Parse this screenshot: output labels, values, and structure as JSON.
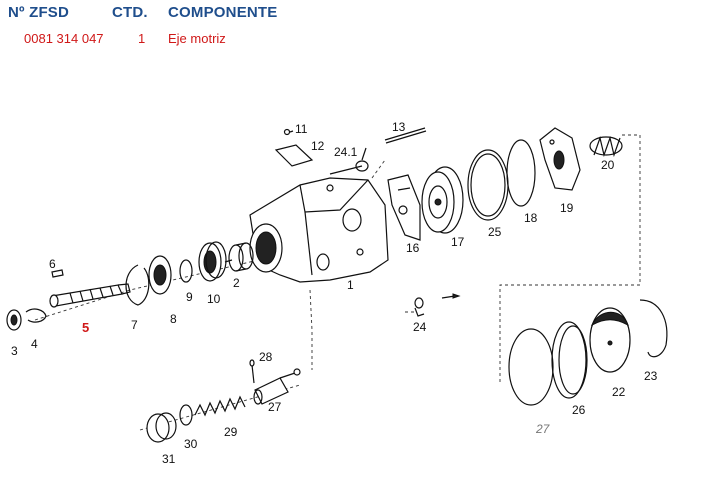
{
  "table": {
    "headers": {
      "code": "Nº ZFSD",
      "qty": "CTD.",
      "component": "COMPONENTE"
    },
    "row": {
      "code": "0081 314 047",
      "qty": "1",
      "component": "Eje motriz"
    }
  },
  "callouts": {
    "c1": "1",
    "c2": "2",
    "c3": "3",
    "c4": "4",
    "c5": "5",
    "c6": "6",
    "c7": "7",
    "c8": "8",
    "c9": "9",
    "c10": "10",
    "c11": "11",
    "c12": "12",
    "c13": "13",
    "c16": "16",
    "c17": "17",
    "c18": "18",
    "c19": "19",
    "c20": "20",
    "c22": "22",
    "c23": "23",
    "c24": "24",
    "c24_1": "24.1",
    "c25": "25",
    "c26": "26",
    "c27": "27",
    "c28": "28",
    "c29": "29",
    "c30": "30",
    "c31": "31",
    "c27b": "27"
  },
  "colors": {
    "header_blue": "#1f4e8c",
    "row_red": "#d01818",
    "line": "#111111"
  }
}
